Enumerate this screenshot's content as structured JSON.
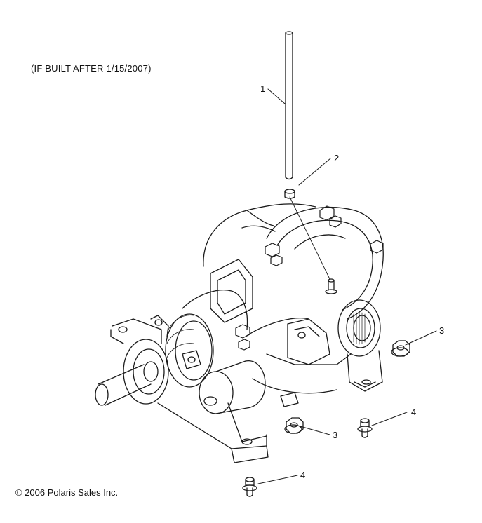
{
  "note": "(IF BUILT AFTER 1/15/2007)",
  "copyright": "© 2006 Polaris Sales Inc.",
  "callouts": {
    "c1": "1",
    "c2": "2",
    "c3a": "3",
    "c3b": "3",
    "c4a": "4",
    "c4b": "4"
  }
}
